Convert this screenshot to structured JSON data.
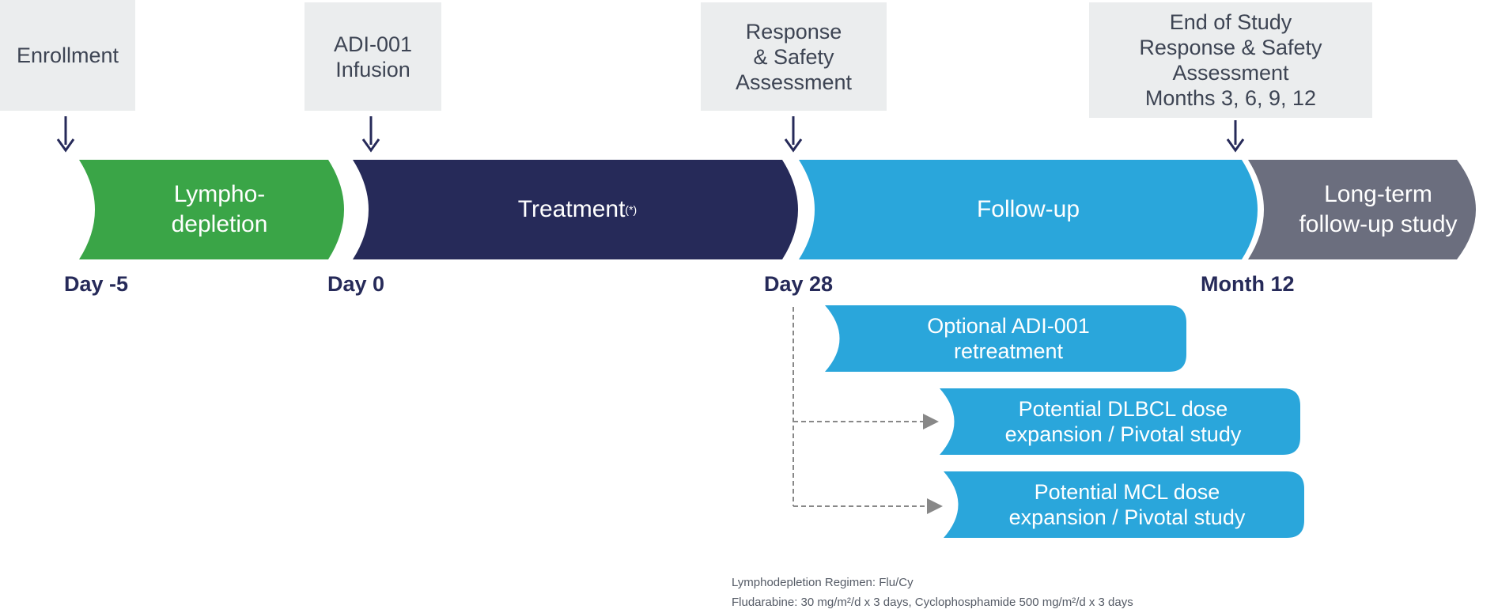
{
  "milestones": {
    "enrollment": "Enrollment",
    "infusion": "ADI-001\nInfusion",
    "response": "Response\n& Safety\nAssessment",
    "end_of_study": "End of Study\nResponse & Safety\nAssessment\nMonths 3, 6, 9, 12"
  },
  "phases": {
    "lymphodepletion": "Lympho-\ndepletion",
    "treatment": "Treatment",
    "treatment_note": "(*)",
    "followup": "Follow-up",
    "longterm": "Long-term\nfollow-up study"
  },
  "days": {
    "d1": "Day -5",
    "d2": "Day 0",
    "d3": "Day 28",
    "d4": "Month 12"
  },
  "options": {
    "retreatment": "Optional ADI-001\nretreatment",
    "dlbcl": "Potential DLBCL dose\nexpansion / Pivotal study",
    "mcl": "Potential MCL dose\nexpansion / Pivotal study"
  },
  "footnote": {
    "line1": "Lymphodepletion Regimen: Flu/Cy",
    "line2": "Fludarabine: 30 mg/m²/d x 3 days, Cyclophosphamide 500 mg/m²/d x 3 days"
  },
  "colors": {
    "lymphodepletion": "#3aa547",
    "treatment": "#262a59",
    "followup": "#2aa6db",
    "longterm": "#6b6e7e",
    "arrow": "#262a59",
    "milestone_box": "#ebedee"
  }
}
